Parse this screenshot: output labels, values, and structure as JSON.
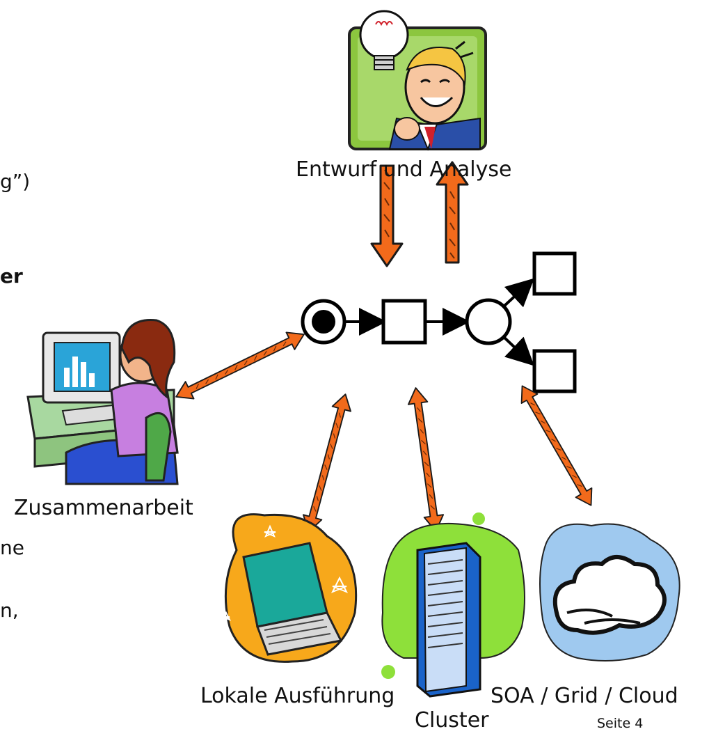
{
  "labels": {
    "design": "Entwurf und Analyse",
    "collaboration": "Zusammenarbeit",
    "local": "Lokale Ausführung",
    "cluster": "Cluster",
    "soa": "SOA / Grid / Cloud"
  },
  "page_number": "Seite 4",
  "cut_off_text": [
    "g”)",
    "er",
    "ne",
    "n,"
  ],
  "colors": {
    "arrow_fill": "#f26a1b",
    "arrow_stroke": "#1a1a1a",
    "design_bg": "#8cc63f",
    "cluster_blob": "#8ee03a",
    "laptop_blob": "#f7a81b",
    "cloud_blob": "#9fc9ef",
    "computer_desk": "#a8d8a0",
    "person_shirt": "#c77fe0",
    "hair": "#8a2a10"
  },
  "icons": [
    "lightbulb-icon",
    "thinking-man-icon",
    "woman-at-computer-icon",
    "laptop-icon",
    "server-rack-icon",
    "cloud-icon"
  ]
}
